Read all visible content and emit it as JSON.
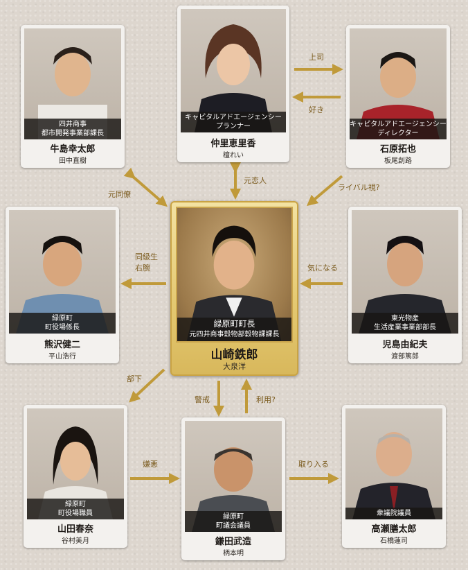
{
  "characters": {
    "ushijima": {
      "roles": [
        "四井商事",
        "都市開発事業部課長"
      ],
      "name": "牛島幸太郎",
      "actor": "田中直樹"
    },
    "nakazato": {
      "roles": [
        "キャピタルアドエージェンシー",
        "プランナー"
      ],
      "name": "仲里恵里香",
      "actor": "檀れい"
    },
    "ishihara": {
      "roles": [
        "キャピタルアドエージェンシー",
        "ディレクター"
      ],
      "name": "石原拓也",
      "actor": "板尾創路"
    },
    "kumazawa": {
      "roles": [
        "緑原町",
        "町役場係長"
      ],
      "name": "熊沢健二",
      "actor": "平山浩行"
    },
    "yamazaki": {
      "roles": [
        "緑原町町長",
        "元四井商事穀物部穀物課課長"
      ],
      "name": "山崎鉄郎",
      "actor": "大泉洋"
    },
    "kojima": {
      "roles": [
        "東光物産",
        "生活産業事業部部長"
      ],
      "name": "児島由紀夫",
      "actor": "渡部篤郎"
    },
    "yamada": {
      "roles": [
        "緑原町",
        "町役場職員"
      ],
      "name": "山田春奈",
      "actor": "谷村美月"
    },
    "kamata": {
      "roles": [
        "緑原町",
        "町議会議員"
      ],
      "name": "鎌田武造",
      "actor": "柄本明"
    },
    "takase": {
      "roles": [
        "衆議院議員"
      ],
      "name": "高瀬膳太郎",
      "actor": "石橋蓮司"
    }
  },
  "relations": {
    "joshi": "上司",
    "suki": "好き",
    "motokoibito": "元恋人",
    "motodouryou": "元同僚",
    "rival": "ライバル視?",
    "doukyusei": "同級生",
    "uwan": "右腕",
    "kininaru": "気になる",
    "buka": "部下",
    "keikai": "警戒",
    "riyou": "利用?",
    "ken_o": "嫌悪",
    "toriiru": "取り入る"
  },
  "colors": {
    "arrow": "#c09a3a",
    "label": "#7a5a1c",
    "gold_frame": "#c9a344"
  }
}
